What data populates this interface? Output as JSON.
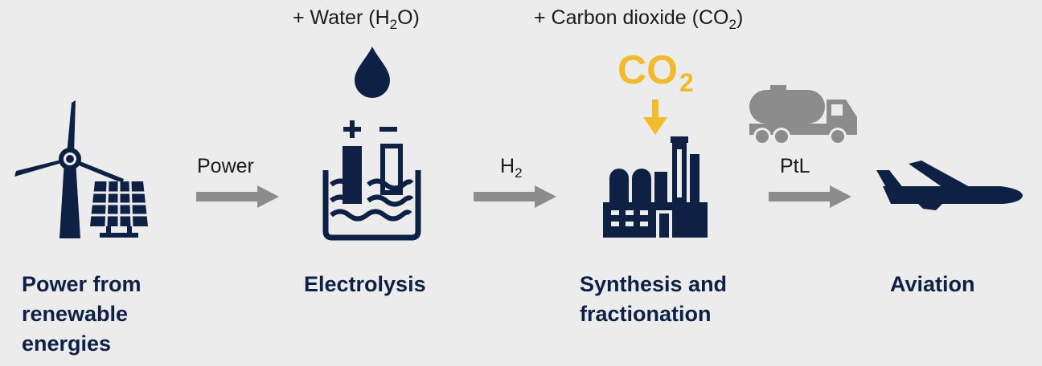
{
  "inputs": {
    "water": {
      "prefix": "+ Water (H",
      "sub": "2",
      "suffix": "O)"
    },
    "co2": {
      "prefix": "+ Carbon dioxide (CO",
      "sub": "2",
      "suffix": ")"
    }
  },
  "co2_badge": {
    "main": "CO",
    "sub": "2"
  },
  "steps": [
    {
      "id": "renewables",
      "label_lines": [
        "Power from",
        "renewable",
        "energies"
      ]
    },
    {
      "id": "electrolysis",
      "label_lines": [
        "Electrolysis"
      ]
    },
    {
      "id": "synthesis",
      "label_lines": [
        "Synthesis and",
        "fractionation"
      ]
    },
    {
      "id": "aviation",
      "label_lines": [
        "Aviation"
      ]
    }
  ],
  "flows": [
    {
      "main": "Power",
      "sub": ""
    },
    {
      "main": "H",
      "sub": "2"
    },
    {
      "main": "PtL",
      "sub": ""
    }
  ],
  "colors": {
    "navy": "#0e2145",
    "gray": "#8c8c8c",
    "yellow": "#f2bb2d",
    "background": "#ececec"
  },
  "icons": [
    "wind-turbine-icon",
    "solar-panel-icon",
    "water-drop-icon",
    "electrolysis-cell-icon",
    "factory-icon",
    "tanker-truck-icon",
    "airplane-icon",
    "down-arrow-icon",
    "right-arrow-icon"
  ]
}
